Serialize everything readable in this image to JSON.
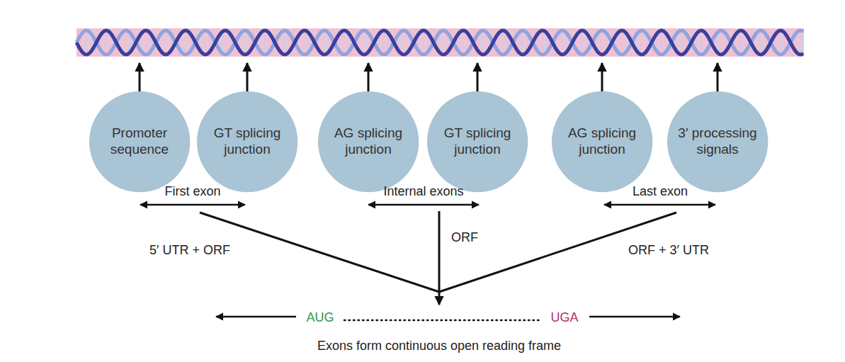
{
  "diagram": {
    "nodes": [
      {
        "text": [
          "Promoter sequence"
        ]
      },
      {
        "text": [
          "GT splicing junction"
        ]
      },
      {
        "text": [
          "AG splicing junction"
        ]
      },
      {
        "text": [
          "GT splicing junction"
        ]
      },
      {
        "text": [
          "AG splicing junction"
        ]
      },
      {
        "text": [
          "3′ processing signals"
        ]
      }
    ],
    "labels": [
      "First exon",
      "Internal exons",
      "Last exon",
      "5′ UTR + ORF",
      "ORF",
      "ORF + 3′ UTR",
      "AUG",
      "UGA",
      "Exons form continuous open reading frame"
    ]
  }
}
